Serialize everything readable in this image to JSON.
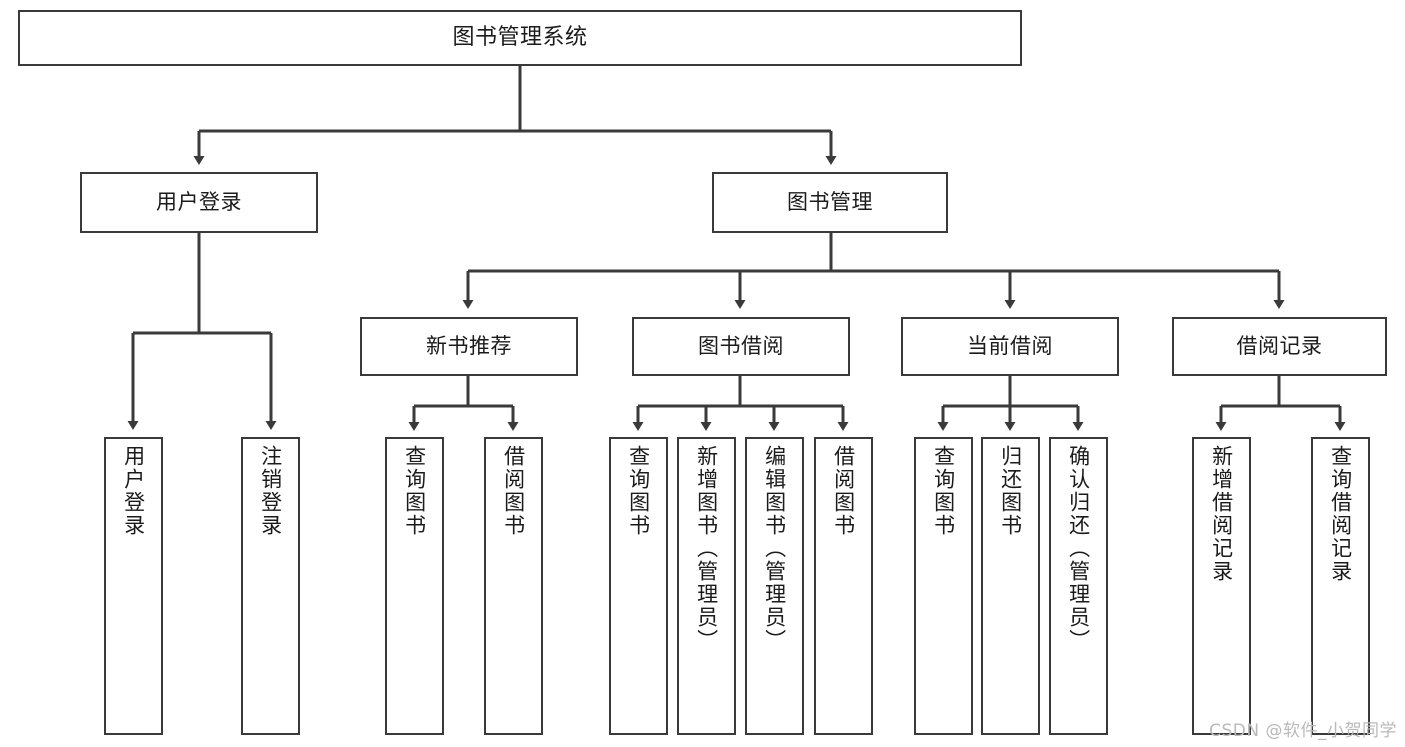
{
  "diagram": {
    "title": "图书管理系统",
    "type": "tree-hierarchy-diagram",
    "colors": {
      "stroke": "#3a3a3a",
      "fill": "#ffffff",
      "text": "#1b1b1b",
      "watermark": "#b9b9b9"
    },
    "nodes": {
      "root": {
        "label": "图书管理系统"
      },
      "level1": [
        {
          "label": "用户登录"
        },
        {
          "label": "图书管理"
        }
      ],
      "level2": [
        {
          "label": "新书推荐"
        },
        {
          "label": "图书借阅"
        },
        {
          "label": "当前借阅"
        },
        {
          "label": "借阅记录"
        }
      ],
      "leaves": {
        "user_login": [
          {
            "label": "用户登录"
          },
          {
            "label": "注销登录"
          }
        ],
        "new_book_recommend": [
          {
            "label": "查询图书"
          },
          {
            "label": "借阅图书"
          }
        ],
        "book_borrow": [
          {
            "label": "查询图书"
          },
          {
            "label": "新增图书（管理员）"
          },
          {
            "label": "编辑图书（管理员）"
          },
          {
            "label": "借阅图书"
          }
        ],
        "current_borrow": [
          {
            "label": "查询图书"
          },
          {
            "label": "归还图书"
          },
          {
            "label": "确认归还（管理员）"
          }
        ],
        "borrow_record": [
          {
            "label": "新增借阅记录"
          },
          {
            "label": "查询借阅记录"
          }
        ]
      }
    },
    "watermark": "CSDN @软件_小贺同学"
  }
}
